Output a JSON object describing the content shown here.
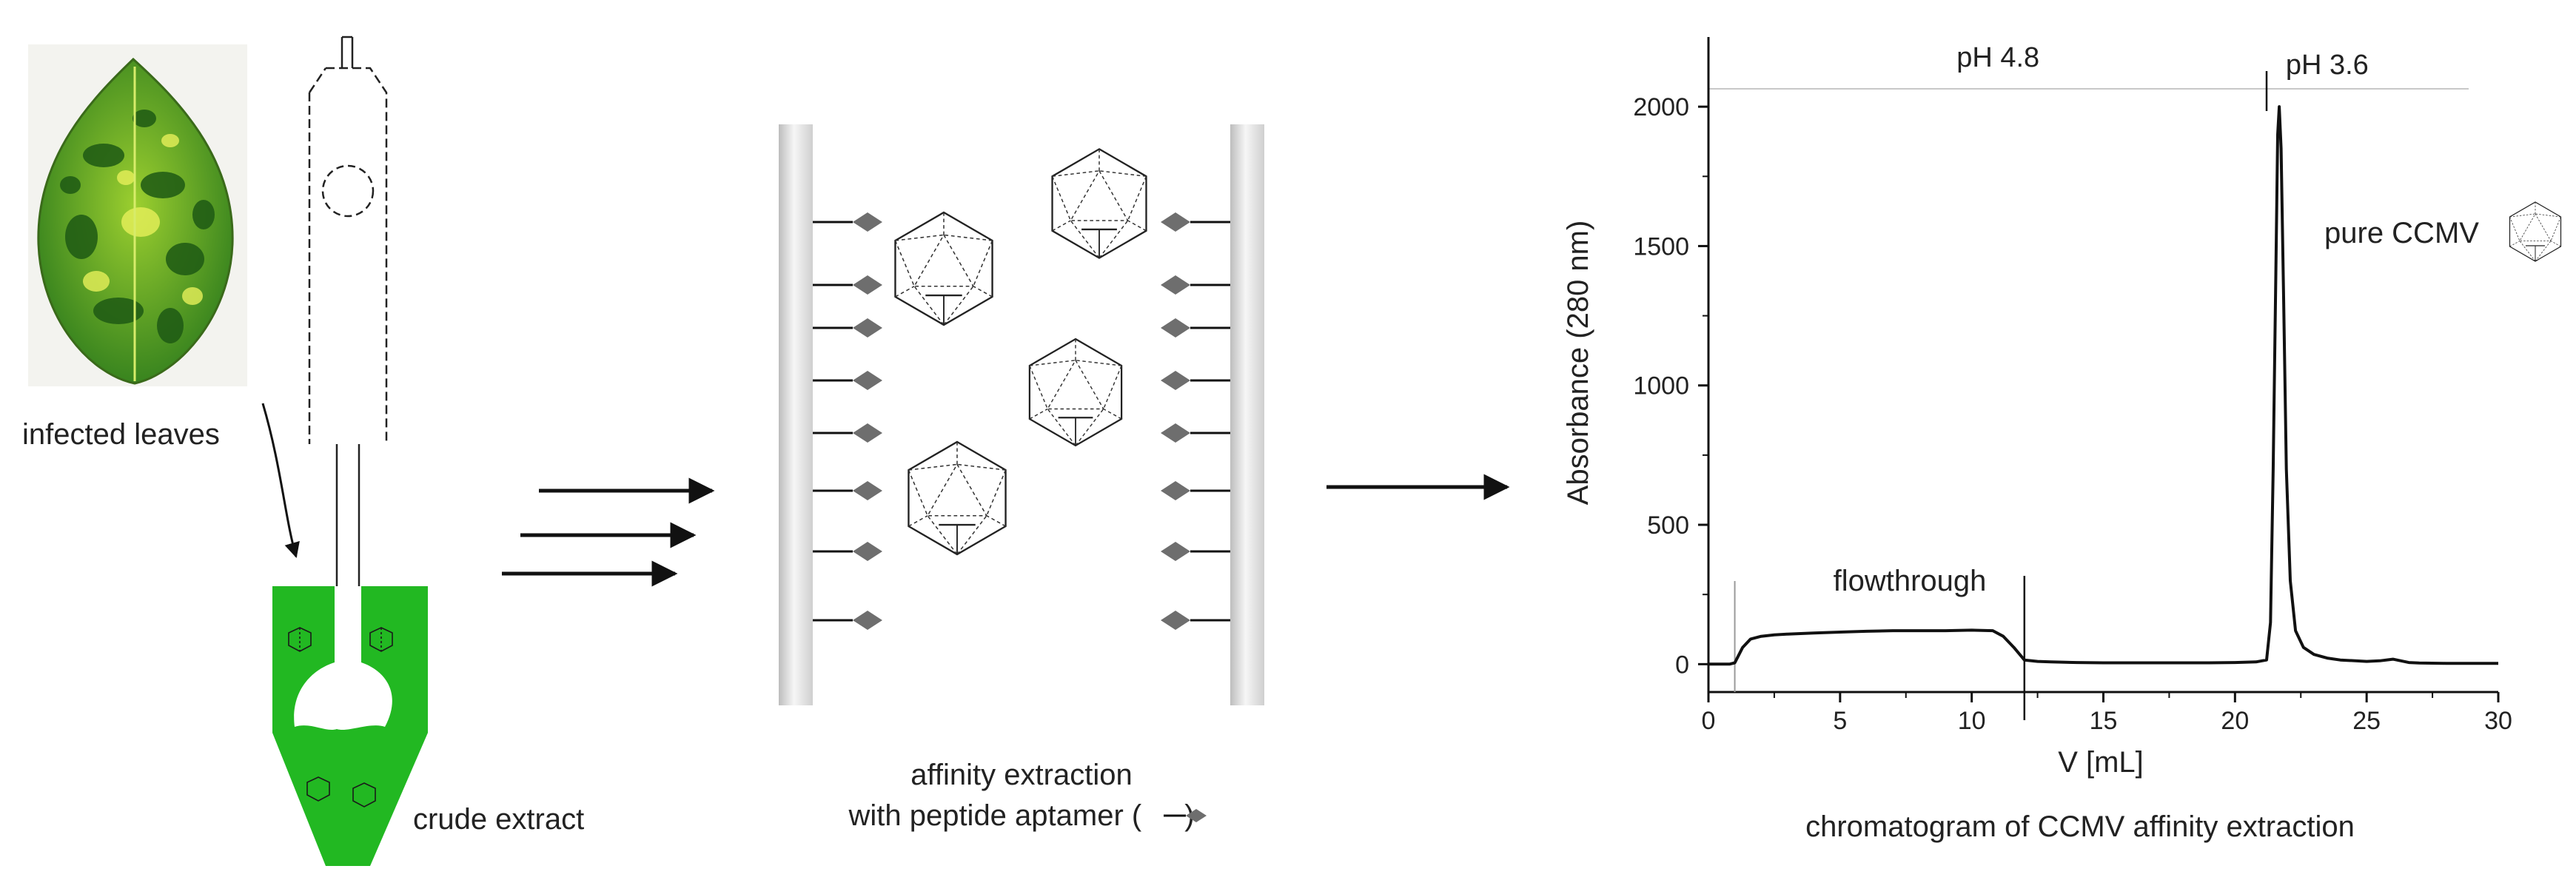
{
  "colors": {
    "leaf_dark": "#1f6b1a",
    "leaf_light": "#c9e23a",
    "extract_green": "#22b822",
    "aptamer_gray": "#6e6e6e",
    "line": "#111111"
  },
  "panel_left": {
    "leaf_label": "infected leaves",
    "tube_label": "crude extract"
  },
  "panel_middle": {
    "caption_line1": "affinity extraction",
    "caption_line2_prefix": "with peptide aptamer (",
    "caption_line2_suffix": ")"
  },
  "panel_right": {
    "caption": "chromatogram of CCMV affinity extraction"
  },
  "chart_data": {
    "type": "line",
    "xlabel": "V [mL]",
    "ylabel": "Absorbance (280 nm)",
    "xlim": [
      0,
      30
    ],
    "ylim": [
      -100,
      2250
    ],
    "xticks": [
      0,
      5,
      10,
      15,
      20,
      25,
      30
    ],
    "yticks": [
      0,
      500,
      1000,
      1500,
      2000
    ],
    "phase_labels": [
      {
        "text": "pH 4.8",
        "x": 11
      },
      {
        "text": "pH 3.6",
        "x": 23.5
      }
    ],
    "region_markers_x": [
      1.0,
      12.0,
      21.2
    ],
    "annotations": [
      {
        "text": "flowthrough"
      },
      {
        "text": "pure CCMV"
      }
    ],
    "series": [
      {
        "x": [
          0,
          0.8,
          1.0,
          1.3,
          1.6,
          2.0,
          2.5,
          3,
          4,
          5,
          6,
          7,
          8,
          9,
          10,
          10.8,
          11.2,
          11.6,
          12.0,
          12.5,
          13,
          14,
          15,
          16,
          17,
          18,
          19,
          20,
          20.8,
          21.2,
          21.35,
          21.45,
          21.55,
          21.62,
          21.68,
          21.75,
          21.85,
          21.95,
          22.1,
          22.3,
          22.6,
          23,
          23.5,
          24,
          25,
          25.5,
          26,
          26.3,
          26.6,
          27,
          28,
          29,
          30
        ],
        "y": [
          0,
          0,
          5,
          60,
          90,
          100,
          105,
          108,
          112,
          115,
          118,
          120,
          120,
          120,
          122,
          120,
          100,
          60,
          15,
          10,
          8,
          6,
          5,
          5,
          5,
          5,
          5,
          6,
          8,
          15,
          150,
          700,
          1400,
          1900,
          2000,
          1850,
          1300,
          700,
          300,
          120,
          60,
          35,
          22,
          15,
          10,
          12,
          18,
          12,
          6,
          4,
          3,
          3,
          3
        ]
      }
    ]
  }
}
